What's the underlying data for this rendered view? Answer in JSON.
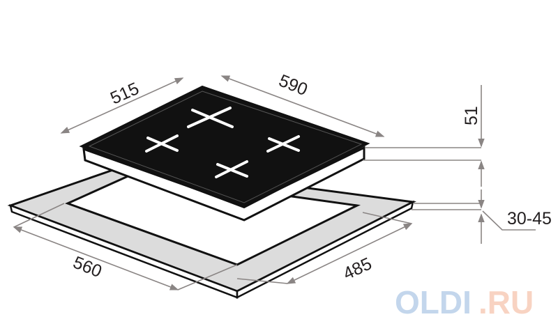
{
  "dimensions": {
    "hob_depth": "515",
    "hob_width": "590",
    "hob_height": "51",
    "worktop_thickness": "30-45",
    "cutout_width": "560",
    "cutout_depth": "485"
  },
  "watermark": {
    "part1": "OLDI",
    "part2": ".RU"
  },
  "colors": {
    "glass": "#111111",
    "worktop": "#dcdcdc",
    "dim_line": "#8a8584",
    "watermark_blue": "#7ba6d6",
    "watermark_orange": "#f0a07a"
  }
}
